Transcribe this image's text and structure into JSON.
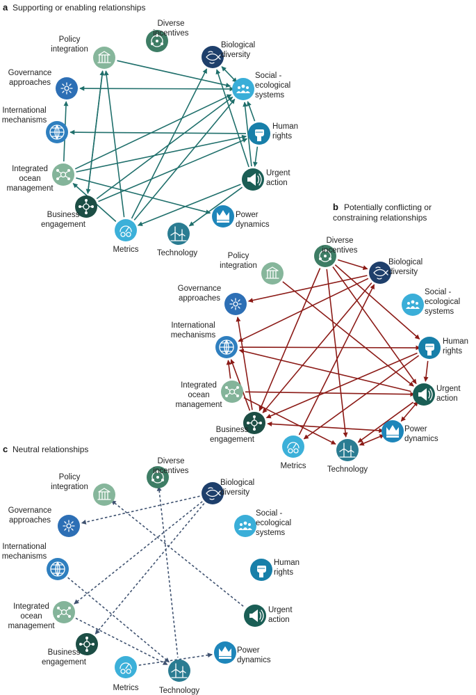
{
  "panels": [
    {
      "id": "a",
      "letter": "a",
      "title": "Supporting or enabling relationships",
      "edge_color": "#1f6f6b",
      "edge_style": "solid",
      "nodes": {
        "policy_integration": {
          "label": [
            "Policy",
            "integration"
          ],
          "color": "#86b69b",
          "icon": "building-icon"
        },
        "diverse_incentives": {
          "label": [
            "Diverse",
            "incentives"
          ],
          "color": "#3e7d65",
          "icon": "network-icon"
        },
        "biological_diversity": {
          "label": [
            "Biological",
            "diversity"
          ],
          "color": "#1e3f6b",
          "icon": "fish-icon"
        },
        "social_ecological_systems": {
          "label": [
            "Social -",
            "ecological",
            "systems"
          ],
          "color": "#3aaed8",
          "icon": "people-icon"
        },
        "human_rights": {
          "label": [
            "Human",
            "rights"
          ],
          "color": "#177fa9",
          "icon": "fist-icon"
        },
        "urgent_action": {
          "label": [
            "Urgent",
            "action"
          ],
          "color": "#1a5e55",
          "icon": "megaphone-icon"
        },
        "power_dynamics": {
          "label": [
            "Power",
            "dynamics"
          ],
          "color": "#1e86ba",
          "icon": "crown-icon"
        },
        "technology": {
          "label": [
            "Technology"
          ],
          "color": "#2a7c92",
          "icon": "wind-turbine-icon"
        },
        "metrics": {
          "label": [
            "Metrics"
          ],
          "color": "#3cb0d9",
          "icon": "gauge-icon"
        },
        "business_engagement": {
          "label": [
            "Business",
            "engagement"
          ],
          "color": "#1c4e45",
          "icon": "handshake-icon"
        },
        "integrated_ocean_management": {
          "label": [
            "Integrated",
            "ocean",
            "management"
          ],
          "color": "#84b49a",
          "icon": "hub-icon"
        },
        "international_mechanisms": {
          "label": [
            "International",
            "mechanisms"
          ],
          "color": "#2f7fbf",
          "icon": "globe-icon"
        },
        "governance_approaches": {
          "label": [
            "Governance",
            "approaches"
          ],
          "color": "#2d6fb5",
          "icon": "gear-icon"
        }
      },
      "edges": [
        {
          "from": "policy_integration",
          "to": "social_ecological_systems",
          "direction": "to"
        },
        {
          "from": "social_ecological_systems",
          "to": "governance_approaches",
          "direction": "both"
        },
        {
          "from": "social_ecological_systems",
          "to": "biological_diversity",
          "direction": "both"
        },
        {
          "from": "urgent_action",
          "to": "biological_diversity",
          "direction": "to"
        },
        {
          "from": "urgent_action",
          "to": "social_ecological_systems",
          "direction": "to"
        },
        {
          "from": "human_rights",
          "to": "social_ecological_systems",
          "direction": "to"
        },
        {
          "from": "human_rights",
          "to": "international_mechanisms",
          "direction": "to"
        },
        {
          "from": "integrated_ocean_management",
          "to": "governance_approaches",
          "direction": "to"
        },
        {
          "from": "integrated_ocean_management",
          "to": "social_ecological_systems",
          "direction": "to"
        },
        {
          "from": "integrated_ocean_management",
          "to": "human_rights",
          "direction": "to"
        },
        {
          "from": "integrated_ocean_management",
          "to": "power_dynamics",
          "direction": "to"
        },
        {
          "from": "business_engagement",
          "to": "policy_integration",
          "direction": "to"
        },
        {
          "from": "business_engagement",
          "to": "social_ecological_systems",
          "direction": "to"
        },
        {
          "from": "business_engagement",
          "to": "human_rights",
          "direction": "to"
        },
        {
          "from": "metrics",
          "to": "policy_integration",
          "direction": "to"
        },
        {
          "from": "metrics",
          "to": "biological_diversity",
          "direction": "to"
        },
        {
          "from": "metrics",
          "to": "social_ecological_systems",
          "direction": "to"
        },
        {
          "from": "metrics",
          "to": "integrated_ocean_management",
          "direction": "to"
        },
        {
          "from": "policy_integration",
          "to": "business_engagement",
          "direction": "to"
        },
        {
          "from": "urgent_action",
          "to": "metrics",
          "direction": "to"
        },
        {
          "from": "urgent_action",
          "to": "technology",
          "direction": "to"
        },
        {
          "from": "human_rights",
          "to": "urgent_action",
          "direction": "to"
        }
      ]
    },
    {
      "id": "b",
      "letter": "b",
      "title": [
        "Potentially conflicting or",
        "constraining relationships"
      ],
      "edge_color": "#8b1a16",
      "edge_style": "solid",
      "nodes": {
        "policy_integration": {
          "label": [
            "Policy",
            "integration"
          ],
          "color": "#86b69b",
          "icon": "building-icon"
        },
        "diverse_incentives": {
          "label": [
            "Diverse",
            "incentives"
          ],
          "color": "#3e7d65",
          "icon": "network-icon"
        },
        "biological_diversity": {
          "label": [
            "Biological",
            "diversity"
          ],
          "color": "#1e3f6b",
          "icon": "fish-icon"
        },
        "social_ecological_systems": {
          "label": [
            "Social -",
            "ecological",
            "systems"
          ],
          "color": "#3aaed8",
          "icon": "people-icon"
        },
        "human_rights": {
          "label": [
            "Human",
            "rights"
          ],
          "color": "#177fa9",
          "icon": "fist-icon"
        },
        "urgent_action": {
          "label": [
            "Urgent",
            "action"
          ],
          "color": "#1a5e55",
          "icon": "megaphone-icon"
        },
        "power_dynamics": {
          "label": [
            "Power",
            "dynamics"
          ],
          "color": "#1e86ba",
          "icon": "crown-icon"
        },
        "technology": {
          "label": [
            "Technology"
          ],
          "color": "#2a7c92",
          "icon": "wind-turbine-icon"
        },
        "metrics": {
          "label": [
            "Metrics"
          ],
          "color": "#3cb0d9",
          "icon": "gauge-icon"
        },
        "business_engagement": {
          "label": [
            "Business",
            "engagement"
          ],
          "color": "#1c4e45",
          "icon": "handshake-icon"
        },
        "integrated_ocean_management": {
          "label": [
            "Integrated",
            "ocean",
            "management"
          ],
          "color": "#84b49a",
          "icon": "hub-icon"
        },
        "international_mechanisms": {
          "label": [
            "International",
            "mechanisms"
          ],
          "color": "#2f7fbf",
          "icon": "globe-icon"
        },
        "governance_approaches": {
          "label": [
            "Governance",
            "approaches"
          ],
          "color": "#2d6fb5",
          "icon": "gear-icon"
        }
      },
      "edges": [
        {
          "from": "diverse_incentives",
          "to": "biological_diversity",
          "direction": "to"
        },
        {
          "from": "diverse_incentives",
          "to": "human_rights",
          "direction": "to"
        },
        {
          "from": "diverse_incentives",
          "to": "urgent_action",
          "direction": "to"
        },
        {
          "from": "diverse_incentives",
          "to": "technology",
          "direction": "to"
        },
        {
          "from": "diverse_incentives",
          "to": "business_engagement",
          "direction": "to"
        },
        {
          "from": "biological_diversity",
          "to": "governance_approaches",
          "direction": "to"
        },
        {
          "from": "biological_diversity",
          "to": "international_mechanisms",
          "direction": "to"
        },
        {
          "from": "biological_diversity",
          "to": "business_engagement",
          "direction": "to"
        },
        {
          "from": "policy_integration",
          "to": "urgent_action",
          "direction": "to"
        },
        {
          "from": "human_rights",
          "to": "urgent_action",
          "direction": "to"
        },
        {
          "from": "human_rights",
          "to": "international_mechanisms",
          "direction": "from"
        },
        {
          "from": "human_rights",
          "to": "business_engagement",
          "direction": "to"
        },
        {
          "from": "human_rights",
          "to": "metrics",
          "direction": "to"
        },
        {
          "from": "urgent_action",
          "to": "integrated_ocean_management",
          "direction": "from"
        },
        {
          "from": "urgent_action",
          "to": "international_mechanisms",
          "direction": "to"
        },
        {
          "from": "urgent_action",
          "to": "power_dynamics",
          "direction": "both"
        },
        {
          "from": "urgent_action",
          "to": "technology",
          "direction": "to"
        },
        {
          "from": "power_dynamics",
          "to": "business_engagement",
          "direction": "both"
        },
        {
          "from": "power_dynamics",
          "to": "technology",
          "direction": "both"
        },
        {
          "from": "business_engagement",
          "to": "governance_approaches",
          "direction": "to"
        },
        {
          "from": "business_engagement",
          "to": "international_mechanisms",
          "direction": "to"
        },
        {
          "from": "integrated_ocean_management",
          "to": "international_mechanisms",
          "direction": "to"
        },
        {
          "from": "integrated_ocean_management",
          "to": "technology",
          "direction": "to"
        },
        {
          "from": "metrics",
          "to": "biological_diversity",
          "direction": "to"
        }
      ]
    },
    {
      "id": "c",
      "letter": "c",
      "title": "Neutral relationships",
      "edge_color": "#3f5270",
      "edge_style": "dashed",
      "nodes": {
        "policy_integration": {
          "label": [
            "Policy",
            "integration"
          ],
          "color": "#86b69b",
          "icon": "building-icon"
        },
        "diverse_incentives": {
          "label": [
            "Diverse",
            "incentives"
          ],
          "color": "#3e7d65",
          "icon": "network-icon"
        },
        "biological_diversity": {
          "label": [
            "Biological",
            "diversity"
          ],
          "color": "#1e3f6b",
          "icon": "fish-icon"
        },
        "social_ecological_systems": {
          "label": [
            "Social -",
            "ecological",
            "systems"
          ],
          "color": "#3aaed8",
          "icon": "people-icon"
        },
        "human_rights": {
          "label": [
            "Human",
            "rights"
          ],
          "color": "#177fa9",
          "icon": "fist-icon"
        },
        "urgent_action": {
          "label": [
            "Urgent",
            "action"
          ],
          "color": "#1a5e55",
          "icon": "megaphone-icon"
        },
        "power_dynamics": {
          "label": [
            "Power",
            "dynamics"
          ],
          "color": "#1e86ba",
          "icon": "crown-icon"
        },
        "technology": {
          "label": [
            "Technology"
          ],
          "color": "#2a7c92",
          "icon": "wind-turbine-icon"
        },
        "metrics": {
          "label": [
            "Metrics"
          ],
          "color": "#3cb0d9",
          "icon": "gauge-icon"
        },
        "business_engagement": {
          "label": [
            "Business",
            "engagement"
          ],
          "color": "#1c4e45",
          "icon": "handshake-icon"
        },
        "integrated_ocean_management": {
          "label": [
            "Integrated",
            "ocean",
            "management"
          ],
          "color": "#84b49a",
          "icon": "hub-icon"
        },
        "international_mechanisms": {
          "label": [
            "International",
            "mechanisms"
          ],
          "color": "#2f7fbf",
          "icon": "globe-icon"
        },
        "governance_approaches": {
          "label": [
            "Governance",
            "approaches"
          ],
          "color": "#2d6fb5",
          "icon": "gear-icon"
        }
      },
      "edges": [
        {
          "from": "biological_diversity",
          "to": "governance_approaches",
          "direction": "to"
        },
        {
          "from": "biological_diversity",
          "to": "integrated_ocean_management",
          "direction": "to"
        },
        {
          "from": "biological_diversity",
          "to": "business_engagement",
          "direction": "to"
        },
        {
          "from": "policy_integration",
          "to": "urgent_action",
          "direction": "from"
        },
        {
          "from": "diverse_incentives",
          "to": "technology",
          "direction": "from"
        },
        {
          "from": "integrated_ocean_management",
          "to": "technology",
          "direction": "to"
        },
        {
          "from": "international_mechanisms",
          "to": "technology",
          "direction": "to"
        },
        {
          "from": "metrics",
          "to": "power_dynamics",
          "direction": "to"
        }
      ]
    }
  ]
}
